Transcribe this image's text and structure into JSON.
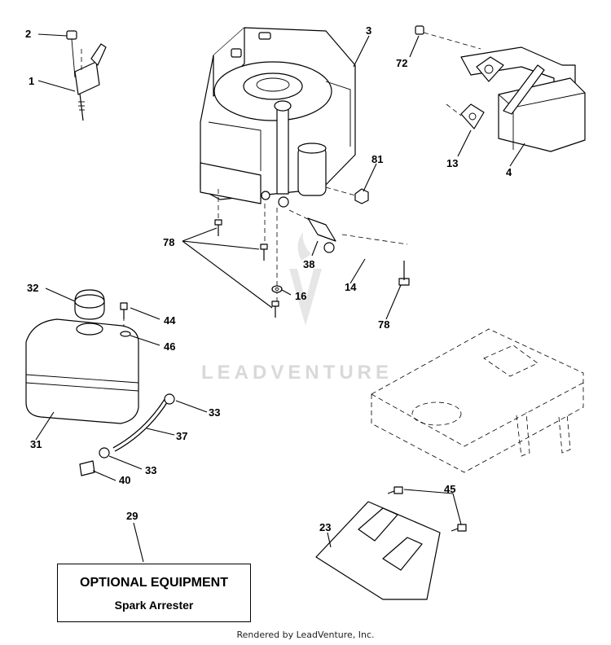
{
  "callouts": {
    "c1": "1",
    "c2": "2",
    "c3": "3",
    "c4": "4",
    "c13": "13",
    "c14": "14",
    "c16": "16",
    "c23": "23",
    "c29": "29",
    "c31": "31",
    "c32": "32",
    "c33a": "33",
    "c33b": "33",
    "c37": "37",
    "c38": "38",
    "c40": "40",
    "c44": "44",
    "c45": "45",
    "c46": "46",
    "c72": "72",
    "c78a": "78",
    "c78b": "78",
    "c81": "81"
  },
  "watermark": "LEADVENTURE",
  "optional_box": {
    "title": "OPTIONAL EQUIPMENT",
    "subtitle": "Spark Arrester"
  },
  "footer": "Rendered by LeadVenture, Inc."
}
